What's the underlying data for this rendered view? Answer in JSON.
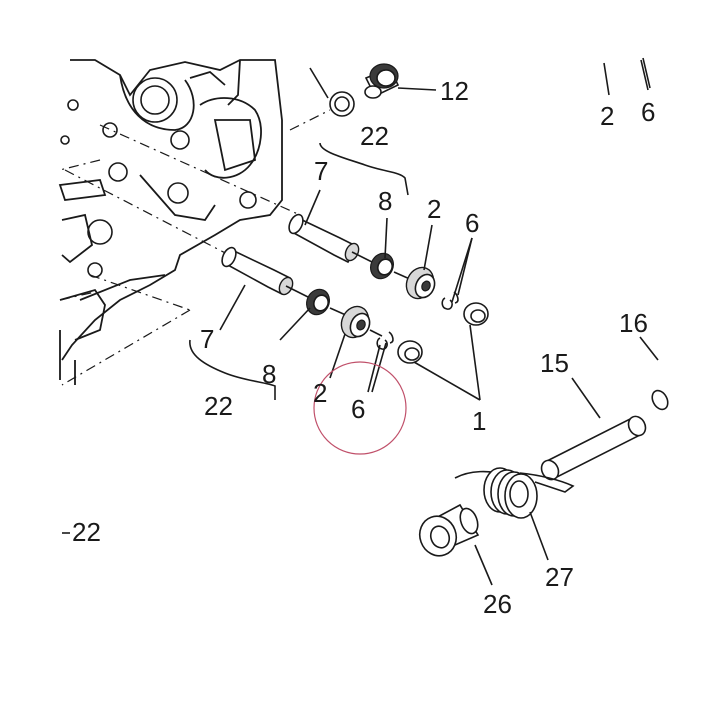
{
  "callouts": {
    "c1": "1",
    "c2a": "2",
    "c2b": "2",
    "c2c": "2",
    "c6a": "6",
    "c6b": "6",
    "c6c": "6",
    "c7a": "7",
    "c7b": "7",
    "c8a": "8",
    "c8b": "8",
    "c12": "12",
    "c15": "15",
    "c16": "16",
    "c22a": "22",
    "c22b": "22",
    "c22c": "22",
    "c26": "26",
    "c27": "27"
  },
  "colors": {
    "line": "#1a1a1a",
    "highlight_circle": "#c0506a"
  }
}
